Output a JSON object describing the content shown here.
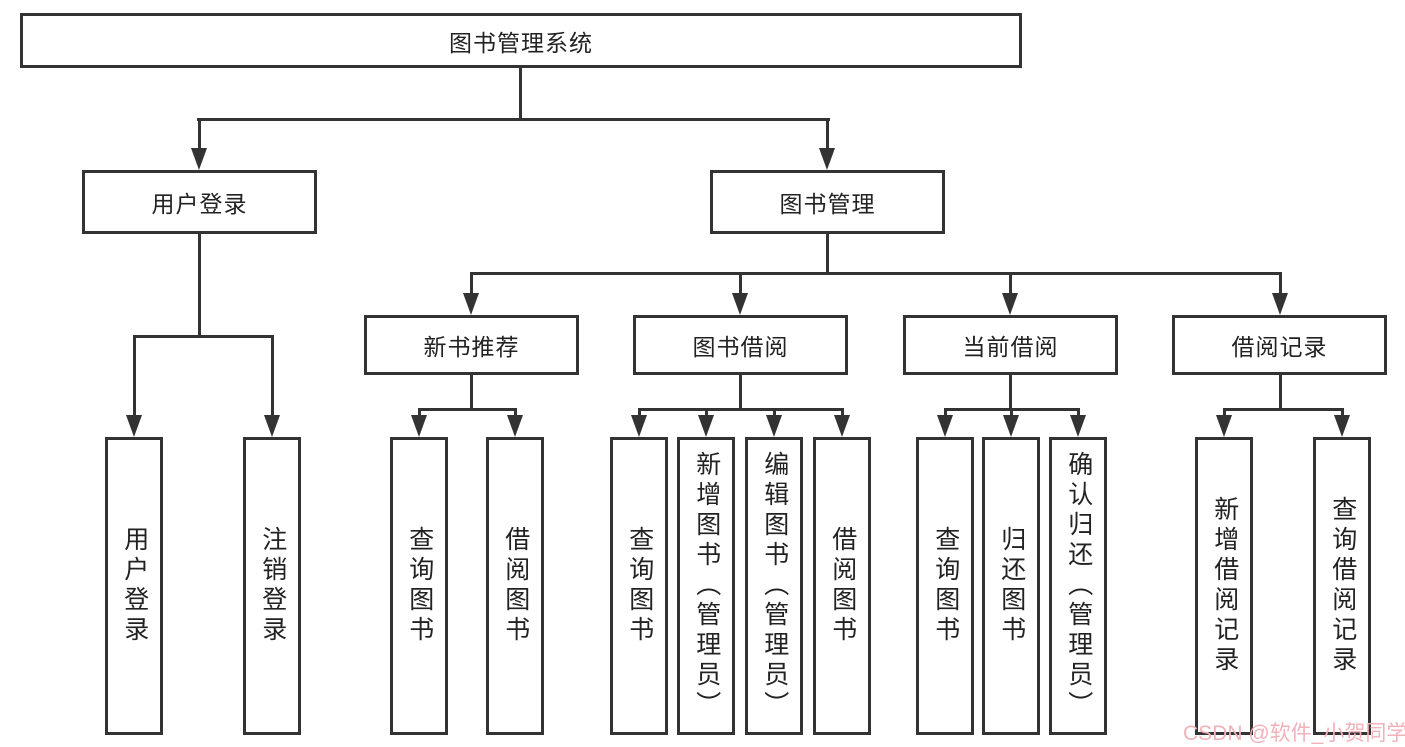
{
  "diagram": {
    "root": {
      "label": "图书管理系统"
    },
    "level2": [
      {
        "label": "用户登录",
        "children": [
          {
            "label": "用户登录"
          },
          {
            "label": "注销登录"
          }
        ]
      },
      {
        "label": "图书管理",
        "children": [
          {
            "label": "新书推荐",
            "children": [
              {
                "label": "查询图书"
              },
              {
                "label": "借阅图书"
              }
            ]
          },
          {
            "label": "图书借阅",
            "children": [
              {
                "label": "查询图书"
              },
              {
                "label": "新增图书（管理员）"
              },
              {
                "label": "编辑图书（管理员）"
              },
              {
                "label": "借阅图书"
              }
            ]
          },
          {
            "label": "当前借阅",
            "children": [
              {
                "label": "查询图书"
              },
              {
                "label": "归还图书"
              },
              {
                "label": "确认归还（管理员）"
              }
            ]
          },
          {
            "label": "借阅记录",
            "children": [
              {
                "label": "新增借阅记录"
              },
              {
                "label": "查询借阅记录"
              }
            ]
          }
        ]
      }
    ]
  },
  "watermark": {
    "text": "CSDN @软件_小贺同学"
  },
  "colors": {
    "line": "#333333",
    "box_background": "#ffffff",
    "text": "#222222",
    "watermark": "#f1b2b9"
  }
}
